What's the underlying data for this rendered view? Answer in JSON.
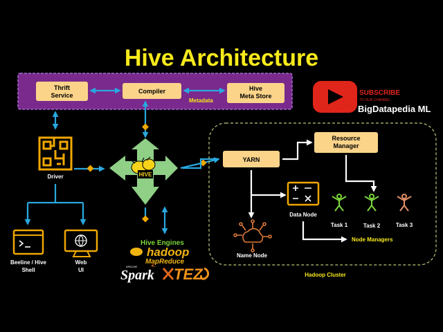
{
  "title": "Hive Architecture",
  "hive_box": {
    "thrift_line1": "Thrift",
    "thrift_line2": "Service",
    "compiler": "Compiler",
    "metastore_line1": "Hive",
    "metastore_line2": "Meta Store",
    "metadata_label": "Metadata"
  },
  "driver_label": "Driver",
  "clients": {
    "beeline_line1": "Beeline / Hive",
    "beeline_line2": "Shell",
    "webui_line1": "Web",
    "webui_line2": "UI"
  },
  "hive_logo_text": "HIVE",
  "engines": {
    "label": "Hive Engines",
    "hadoop": "hadoop",
    "mapreduce": "MapReduce",
    "apache": "APACHE",
    "spark": "Spark",
    "tez": "TEZ"
  },
  "cluster": {
    "yarn": "YARN",
    "rm_line1": "Resource",
    "rm_line2": "Manager",
    "data_node": "Data Node",
    "name_node": "Name Node",
    "tasks": [
      "Task 1",
      "Task 2",
      "Task 3"
    ],
    "node_managers": "Node Managers",
    "label": "Hadoop Cluster"
  },
  "channel": {
    "subscribe": "SUBSCRIBE",
    "to_channel": "TO OUR CHANNEL",
    "brand": "BigDatapedia ML"
  },
  "colors": {
    "background": "#000000",
    "title": "#f7ea1a",
    "panel": "#7a2a8c",
    "box": "#fbd48a",
    "arrow": "#29a8e0",
    "connector": "#f0a800",
    "hub": "#8fcf86",
    "youtube": "#e0251b"
  }
}
